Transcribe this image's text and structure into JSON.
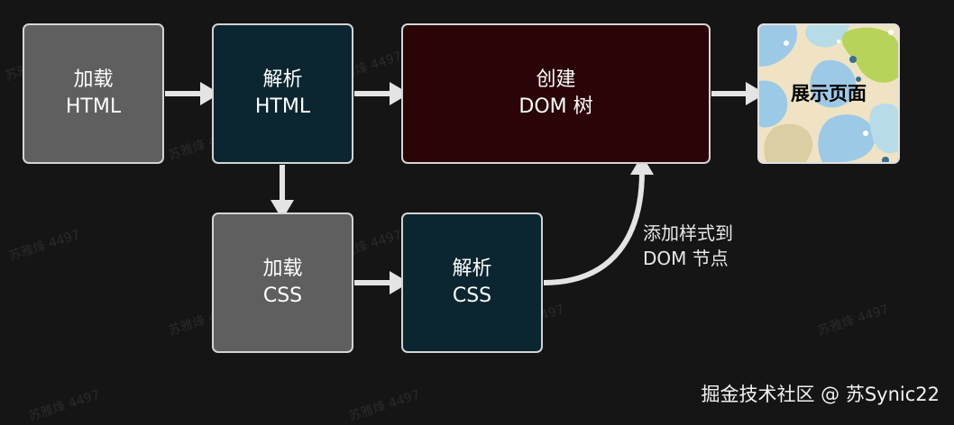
{
  "colors": {
    "background": "#151515",
    "load_box": "#5f5f5f",
    "parse_box": "#0b2630",
    "dom_box": "#2a0406",
    "border": "#d4d4d4",
    "arrow": "#e4e4e4"
  },
  "nodes": {
    "load_html": {
      "line1": "加载",
      "line2": "HTML"
    },
    "parse_html": {
      "line1": "解析",
      "line2": "HTML"
    },
    "dom_tree": {
      "line1": "创建",
      "line2": "DOM 树"
    },
    "display": {
      "label": "展示页面"
    },
    "load_css": {
      "line1": "加载",
      "line2": "CSS"
    },
    "parse_css": {
      "line1": "解析",
      "line2": "CSS"
    }
  },
  "edge_label": {
    "line1": "添加样式到",
    "line2": "DOM 节点"
  },
  "watermark": "苏雅烽 4497",
  "credit": "掘金技术社区 @ 苏Synic22"
}
